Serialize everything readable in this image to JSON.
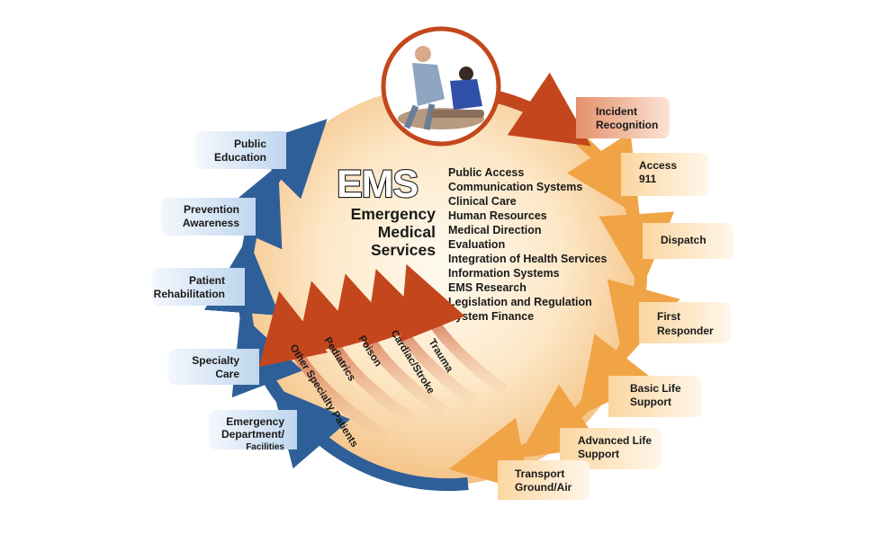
{
  "title": {
    "acronym": "EMS",
    "line1": "Emergency",
    "line2": "Medical",
    "line3": "Services"
  },
  "components": [
    "Public Access",
    "Communication Systems",
    "Clinical Care",
    "Human Resources",
    "Medical Direction",
    "Evaluation",
    "Integration of Health Services",
    "Information Systems",
    "EMS Research",
    "Legislation and Regulation",
    "System Finance"
  ],
  "right_steps": [
    {
      "line1": "Incident",
      "line2": "Recognition"
    },
    {
      "line1": "Access",
      "line2": "911"
    },
    {
      "line1": "Dispatch",
      "line2": ""
    },
    {
      "line1": "First",
      "line2": "Responder"
    },
    {
      "line1": "Basic Life",
      "line2": "Support"
    },
    {
      "line1": "Advanced Life",
      "line2": "Support"
    },
    {
      "line1": "Transport",
      "line2": "Ground/Air"
    }
  ],
  "left_steps": [
    {
      "line1": "Emergency",
      "line2": "Department/",
      "line3": "Facilities"
    },
    {
      "line1": "Specialty",
      "line2": "Care"
    },
    {
      "line1": "Patient",
      "line2": "Rehabilitation"
    },
    {
      "line1": "Prevention",
      "line2": "Awareness"
    },
    {
      "line1": "Public",
      "line2": "Education"
    }
  ],
  "patient_arrows": [
    "Other Specialty Patients",
    "Pediatrics",
    "Poison",
    "Cardiac/Stroke",
    "Trauma"
  ],
  "colors": {
    "orange_arrow": "#e08a2c",
    "red_arrow": "#c4461c",
    "blue_arrow": "#2f5f99",
    "disc_center": "#fdf4e6",
    "disc_edge": "#f5c88f"
  }
}
